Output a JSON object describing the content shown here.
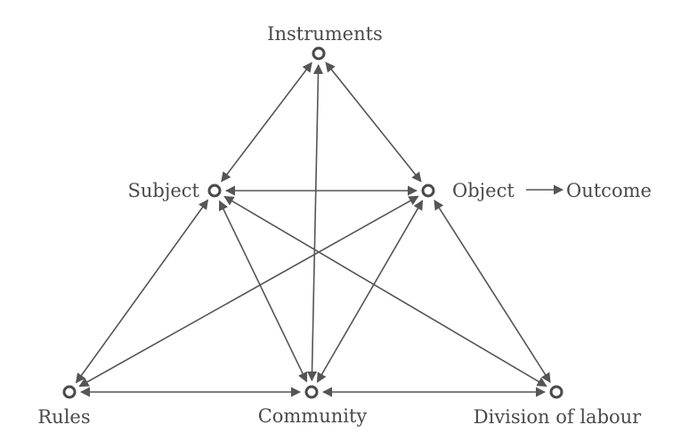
{
  "diagram": {
    "nodes": [
      {
        "id": "instruments",
        "label": "Instruments"
      },
      {
        "id": "subject",
        "label": "Subject"
      },
      {
        "id": "object",
        "label": "Object"
      },
      {
        "id": "rules",
        "label": "Rules"
      },
      {
        "id": "community",
        "label": "Community"
      },
      {
        "id": "division",
        "label": "Division of labour"
      }
    ],
    "outcome": {
      "label": "Outcome"
    },
    "edges": [
      {
        "from": "instruments",
        "to": "subject",
        "bidirectional": true
      },
      {
        "from": "instruments",
        "to": "object",
        "bidirectional": true
      },
      {
        "from": "instruments",
        "to": "community",
        "bidirectional": true
      },
      {
        "from": "subject",
        "to": "object",
        "bidirectional": true
      },
      {
        "from": "subject",
        "to": "rules",
        "bidirectional": true
      },
      {
        "from": "subject",
        "to": "community",
        "bidirectional": true
      },
      {
        "from": "subject",
        "to": "division",
        "bidirectional": true
      },
      {
        "from": "object",
        "to": "rules",
        "bidirectional": true
      },
      {
        "from": "object",
        "to": "community",
        "bidirectional": true
      },
      {
        "from": "object",
        "to": "division",
        "bidirectional": true
      },
      {
        "from": "rules",
        "to": "community",
        "bidirectional": true
      },
      {
        "from": "community",
        "to": "division",
        "bidirectional": true
      },
      {
        "from": "object",
        "to": "outcome",
        "bidirectional": false
      }
    ]
  }
}
